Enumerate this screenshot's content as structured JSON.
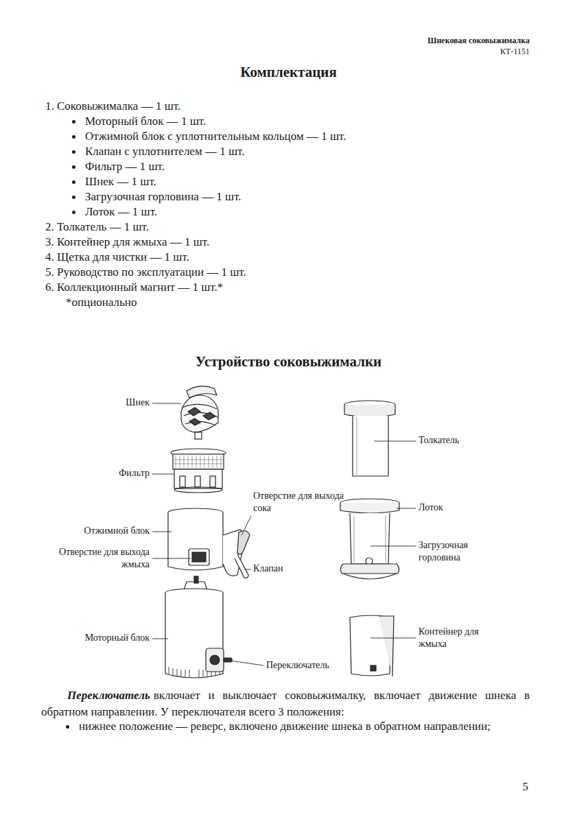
{
  "diagram": {
    "title": "Устройство соковыжималки",
    "labels": [
      "Шнековая соковыжималка",
      "КТ-1151",
      "Комплектация",
      "1. Соковыжималка — 1 шт.",
      "Моторный блок — 1 шт.",
      "Отжимной блок с уплотнительным кольцом — 1 шт.",
      "Клапан с уплотнителем — 1 шт.",
      "Фильтр — 1 шт.",
      "Шнек — 1 шт.",
      "Загрузочная горловина — 1 шт.",
      "Лоток — 1 шт.",
      "2. Толкатель — 1 шт.",
      "3. Контейнер для жмыха — 1 шт.",
      "4. Щетка для чистки — 1 шт.",
      "5. Руководство по эксплуатации — 1 шт.",
      "6. Коллекционный магнит — 1 шт.*",
      "*опционально",
      "Шнек",
      "Фильтр",
      "Отжимной блок",
      "Отверстие для выхода жмыха",
      "Моторный блок",
      "Отверстие для выхода сока",
      "Клапан",
      "Переключатель",
      "Толкатель",
      "Лоток",
      "Загрузочная горловина",
      "Контейнер для жмыха",
      "Переключатель",
      "включает и выключает соковыжималку, включает движение шнека в обратном направлении. У переключателя всего 3 положения:",
      "нижнее положение — реверс, включено движение шнека в обратном направлении;",
      "5"
    ]
  }
}
